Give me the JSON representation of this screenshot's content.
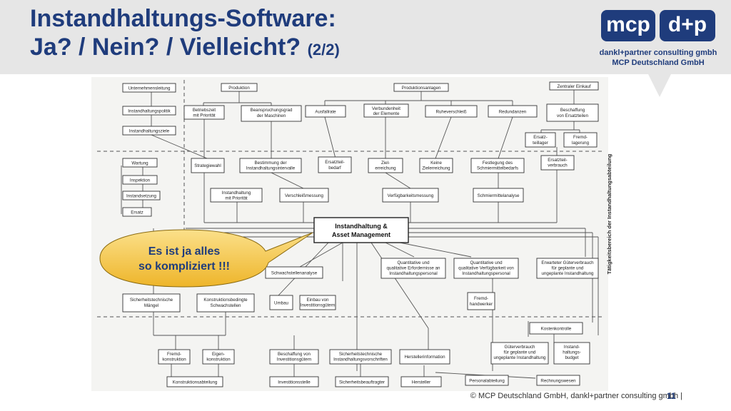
{
  "slide": {
    "title_line1": "Instandhaltungs-Software:",
    "title_line2": "Ja? / Nein? / Vielleicht?",
    "title_sub": "(2/2)",
    "footer": "© MCP Deutschland GmbH, dankl+partner consulting gmbh   |",
    "page_number": "11"
  },
  "logo": {
    "left": "mcp",
    "right": "d+p",
    "company_line1": "dankl+partner consulting gmbh",
    "company_line2": "MCP Deutschland GmbH"
  },
  "callout": {
    "line1": "Es ist ja alles",
    "line2": "so kompliziert !!!"
  },
  "diagram": {
    "center_line1": "Instandhaltung &",
    "center_line2": "Asset Management",
    "side_label": "Tätigkeitsbereich der Instandhaltungsabteilung",
    "boxes": {
      "unternehmensleitung": "Unternehmensleitung",
      "instandhaltungspolitik": "Instandhaltungspolitik",
      "instandhaltungsziele": "Instandhaltungsziele",
      "produktion": "Produktion",
      "betriebszeit1": "Betriebszeit",
      "betriebszeit2": "mit Priorität",
      "beanspruchung1": "Beanspruchungsgrad",
      "beanspruchung2": "der Maschinen",
      "produktionsanlagen": "Produktionsanlagen",
      "ausfallrate": "Ausfallrate",
      "verbundenheit1": "Verbundenheit",
      "verbundenheit2": "der Elemente",
      "ruheverschleiss": "Ruheverschleiß",
      "redundanzen": "Redundanzen",
      "zentraler_einkauf": "Zentraler Einkauf",
      "beschaffung1": "Beschaffung",
      "beschaffung2": "von Ersatzteilen",
      "ersatzteillager1": "Ersatz-",
      "ersatzteillager2": "teillager",
      "fremdlagerung1": "Fremd-",
      "fremdlagerung2": "lagerung",
      "wartung": "Wartung",
      "inspektion": "Inspektion",
      "instandsetzung": "Instandsetzung",
      "ersatz": "Ersatz",
      "strategiewahl": "Strategiewahl",
      "bestimmung1": "Bestimmung der",
      "bestimmung2": "Instandhaltungsintervalle",
      "ersatzteilbedarf1": "Ersatzteil-",
      "ersatzteilbedarf2": "bedarf",
      "zielerreichung1": "Ziel-",
      "zielerreichung2": "erreichung",
      "keine1": "Keine",
      "keine2": "Zielerreichung",
      "festlegung1": "Festlegung des",
      "festlegung2": "Schmiermittelbedarfs",
      "ersatzteilverbrauch1": "Ersatzteil-",
      "ersatzteilverbrauch2": "verbrauch",
      "ih_prioritaet1": "Instandhaltung",
      "ih_prioritaet2": "mit Priorität",
      "verschleissmessung": "Verschleißmessung",
      "verfuegbarkeitsmessung": "Verfügbarkeitsmessung",
      "schmiermittelanalyse": "Schmiermittelanalyse",
      "quant_erf1": "Quantitative und",
      "quant_erf2": "qualitative Erfordernisse an",
      "quant_erf3": "Instandhaltungspersonal",
      "quant_verf1": "Quantitative und",
      "quant_verf2": "qualitative Verfügbarkeit von",
      "quant_verf3": "Instandhaltungspersonal",
      "erwarteter1": "Erwarteter Güterverbrauch",
      "erwarteter2": "für geplante und",
      "erwarteter3": "ungeplante Instandhaltung",
      "schwachstellenanalyse": "Schwachstellenanalyse",
      "sicherheitstech1": "Sicherheitstechnische",
      "sicherheitstech2": "Mängel",
      "konstruktionsbed1": "Konstruktionsbedingte",
      "konstruktionsbed2": "Schwachstellen",
      "umbau": "Umbau",
      "einbau1": "Einbau von",
      "einbau2": "Investitionsgütern",
      "fremdhandwerker1": "Fremd-",
      "fremdhandwerker2": "handwerker",
      "kostenkontrolle": "Kostenkontrolle",
      "fremdkonstruktion1": "Fremd-",
      "fremdkonstruktion2": "konstruktion",
      "eigenkonstruktion1": "Eigen-",
      "eigenkonstruktion2": "konstruktion",
      "beschaffung_inv1": "Beschaffung von",
      "beschaffung_inv2": "Investitionsgütern",
      "sicherheitsvorschriften1": "Sicherheitstechnische",
      "sicherheitsvorschriften2": "Instandhaltungsvorschriften",
      "herstellerinformation": "Herstellerinformation",
      "gueterverbrauch1": "Güterverbrauch",
      "gueterverbrauch2": "für geplante und",
      "gueterverbrauch3": "ungeplante Instandhaltung",
      "ih_budget1": "Instand-",
      "ih_budget2": "haltungs-",
      "ih_budget3": "budget",
      "konstruktionsabteilung": "Konstruktionsabteilung",
      "investitionsstelle": "Investitionsstelle",
      "sicherheitsbeauftragter": "Sicherheitsbeauftragter",
      "hersteller": "Hersteller",
      "personalabteilung": "Personalabteilung",
      "rechnungswesen": "Rechnungswesen"
    }
  },
  "colors": {
    "title": "#1f3c7c",
    "header_bg": "#e6e6e6",
    "callout_fill": "#f5c842",
    "callout_text": "#1f3c7c"
  }
}
